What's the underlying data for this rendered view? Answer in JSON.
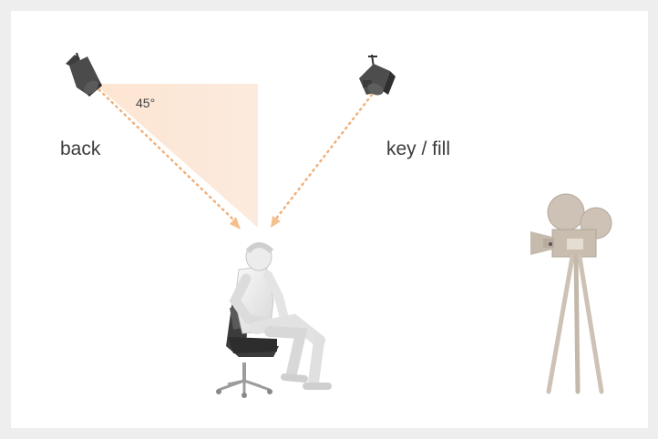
{
  "labels": {
    "back": "back",
    "key_fill": "key / fill",
    "angle": "45°"
  },
  "colors": {
    "background": "#ffffff",
    "frame": "#eeeeee",
    "light_triangle": "#fbe7d6",
    "beam_dots": "#f0b07a",
    "lamp_body": "#4a4a4a",
    "figure": "#e6e6e6",
    "camera": "#cbc1b4"
  },
  "icons": {
    "back_light": "spotlight-icon",
    "key_light": "spotlight-icon",
    "subject": "seated-person-figure",
    "camera": "film-camera-icon"
  }
}
